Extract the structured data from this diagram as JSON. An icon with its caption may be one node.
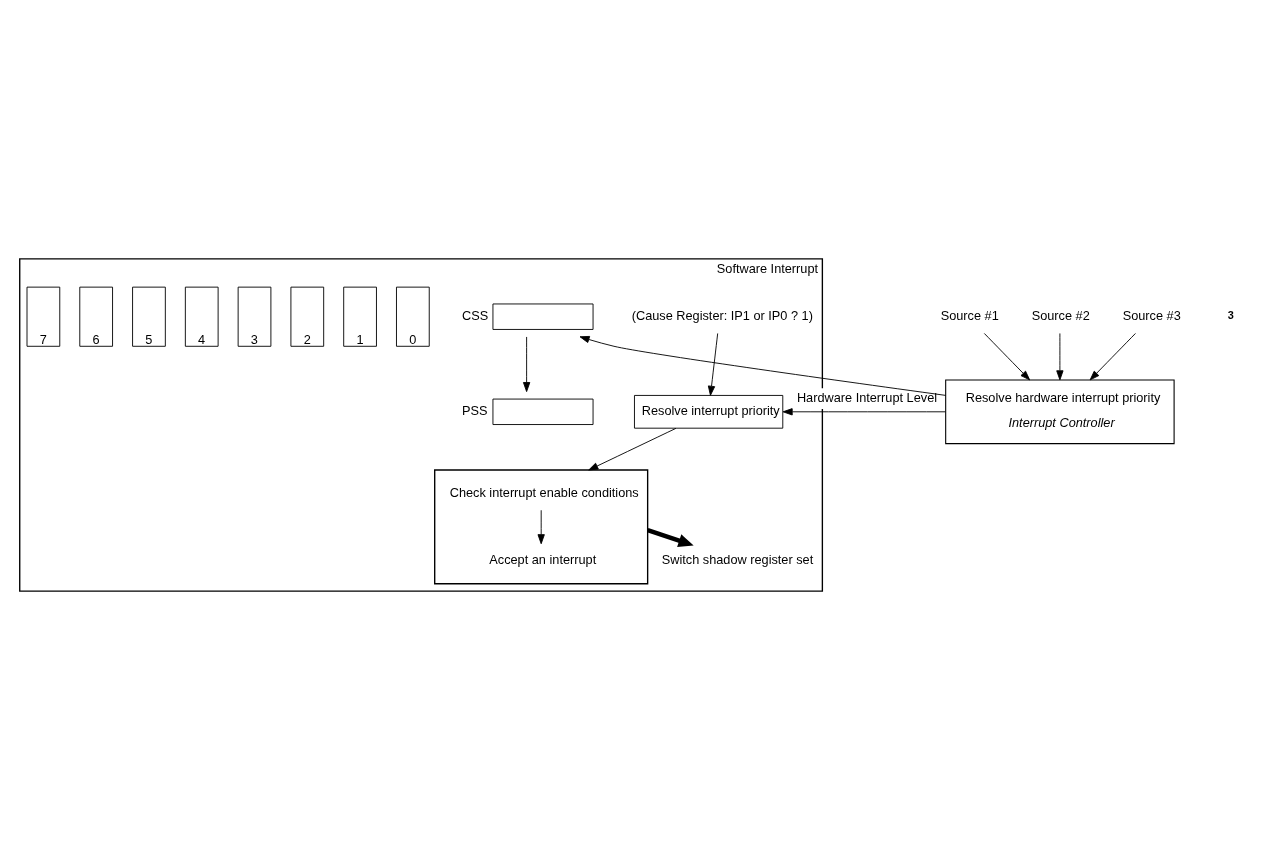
{
  "diagram": {
    "nodes": [
      {
        "text": [
          "Software Interrupt"
        ]
      },
      {
        "text": [
          "(Cause Register: IP1 or IP0 ? 1)"
        ],
        "in": 0
      },
      {
        "text": [
          "Resolve interrupt priority"
        ],
        "in": 0
      },
      {
        "text": [],
        "shape": "box",
        "in": 0
      },
      {
        "text": [
          "Check interrupt enable conditions"
        ],
        "in": 3
      },
      {
        "text": [
          "Accept an interrupt"
        ],
        "in": 3
      },
      {
        "text": [
          "Switch shadow register set"
        ],
        "in": 0
      },
      {
        "text": [],
        "shape": "box",
        "beside": [
          "CSS"
        ],
        "in": 0
      },
      {
        "text": [],
        "shape": "box",
        "beside": [
          "PSS"
        ],
        "in": 0
      },
      {
        "text": [
          "0"
        ],
        "in": 0
      },
      {
        "text": [
          "1"
        ],
        "in": 0
      },
      {
        "text": [
          "2"
        ],
        "in": 0
      },
      {
        "text": [
          "3"
        ],
        "in": 0
      },
      {
        "text": [
          "4"
        ],
        "in": 0
      },
      {
        "text": [
          "5"
        ],
        "in": 0
      },
      {
        "text": [
          "6"
        ],
        "in": 0
      },
      {
        "text": [
          "7"
        ],
        "in": 0
      },
      {
        "text": [
          "Resolve hardware interrupt priority",
          "Interrupt Controller"
        ]
      },
      {
        "text": [
          "Source #1"
        ]
      },
      {
        "text": [
          "Source #2"
        ]
      },
      {
        "text": [
          "Source #3"
        ]
      }
    ],
    "edges": [
      {
        "from": 1,
        "to": 2,
        "arrow": "to"
      },
      {
        "from": 2,
        "to": 3,
        "arrow": "to"
      },
      {
        "from": 4,
        "to": 5,
        "arrow": "to"
      },
      {
        "from": 3,
        "to": 6,
        "arrow": "to",
        "style": "thick"
      },
      {
        "from": 17,
        "to": 2,
        "arrow": "to",
        "label": "Hardware Interrupt Level"
      },
      {
        "from": 17,
        "to": 7,
        "arrow": "to"
      },
      {
        "from": 7,
        "to": 8,
        "arrow": "to"
      },
      {
        "from": 18,
        "to": 17,
        "arrow": "to"
      },
      {
        "from": 19,
        "to": 17,
        "arrow": "to"
      },
      {
        "from": 20,
        "to": 17,
        "arrow": "to"
      }
    ],
    "labels": [
      "3"
    ]
  }
}
